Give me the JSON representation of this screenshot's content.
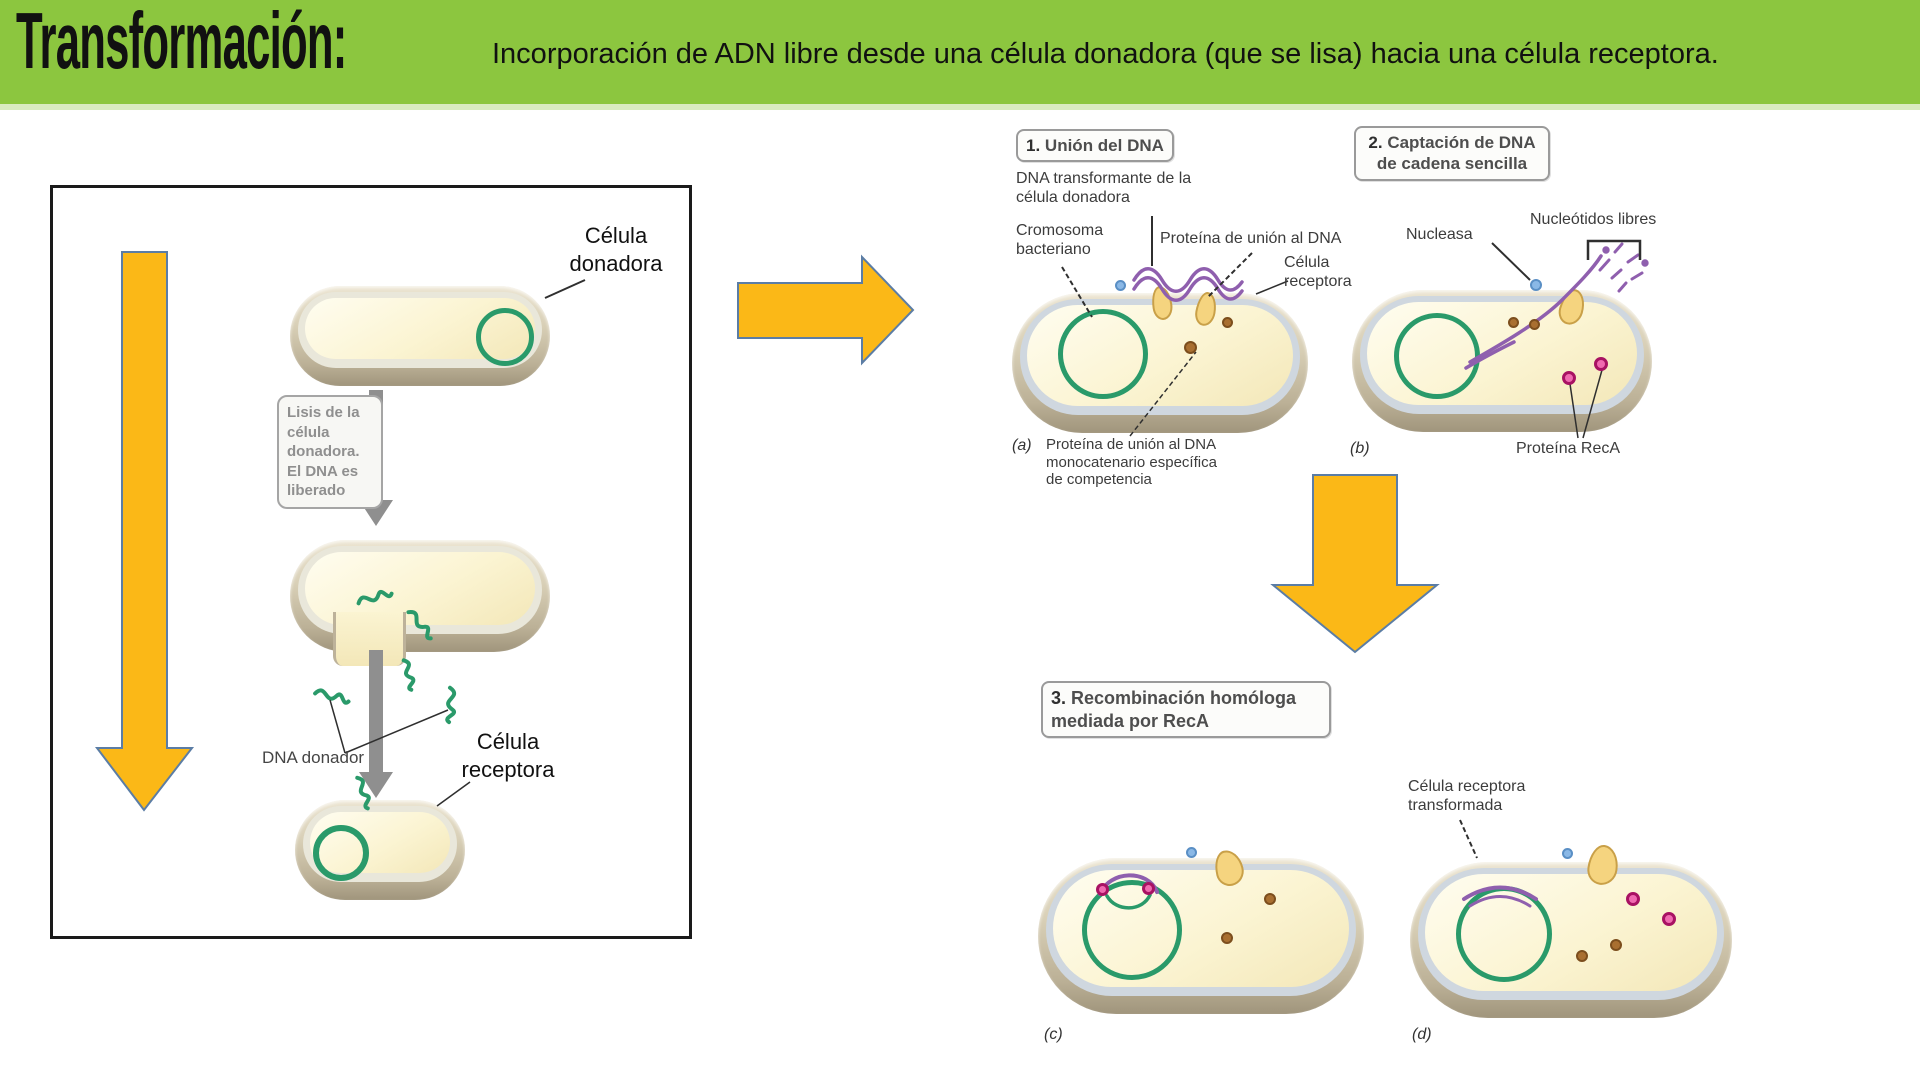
{
  "header": {
    "title": "Transformación:",
    "subtitle": "Incorporación de ADN libre desde una célula donadora (que se lisa) hacia una célula receptora."
  },
  "left_panel": {
    "donor_cell_label": "Célula donadora",
    "lysis_note": "Lisis de la célula donadora. El DNA es liberado",
    "dna_donor_label": "DNA donador",
    "receptor_cell_label": "Célula receptora"
  },
  "steps": {
    "step1": {
      "num": "1.",
      "title": "Unión del DNA",
      "labels": {
        "dna_transformante": "DNA transformante de la célula donadora",
        "cromosoma": "Cromosoma bacteriano",
        "proteina_union": "Proteína de unión al DNA",
        "celula_receptora": "Célula receptora"
      },
      "caption_letter": "(a)",
      "caption": "Proteína de unión al DNA monocatenario específica de competencia"
    },
    "step2": {
      "num": "2.",
      "title": "Captación de DNA de cadena sencilla",
      "labels": {
        "nucleasa": "Nucleasa",
        "nucleotidos_libres": "Nucleótidos libres",
        "proteina_reca": "Proteína RecA"
      },
      "caption_letter": "(b)"
    },
    "step3": {
      "num": "3.",
      "title": "Recombinación homóloga mediada por RecA",
      "labels": {
        "celula_transformada": "Célula receptora transformada"
      },
      "caption_letter_c": "(c)",
      "caption_letter_d": "(d)"
    }
  },
  "colors": {
    "header_green": "#8CC63F",
    "arrow_yellow": "#FBB817",
    "arrow_outline": "#5B7DA5",
    "arrow_gray": "#8F8F8F",
    "dna_green": "#2A9A6A",
    "dna_purple": "#8F5FAE",
    "membrane_blue": "#CFD7DF",
    "cell_wall_tan": "#BCB197",
    "cytoplasm_cream": "#FBF4D2",
    "dot_blue": "#8AB8E6",
    "dot_brown": "#A96F30",
    "dot_pink": "#F06AB0"
  }
}
